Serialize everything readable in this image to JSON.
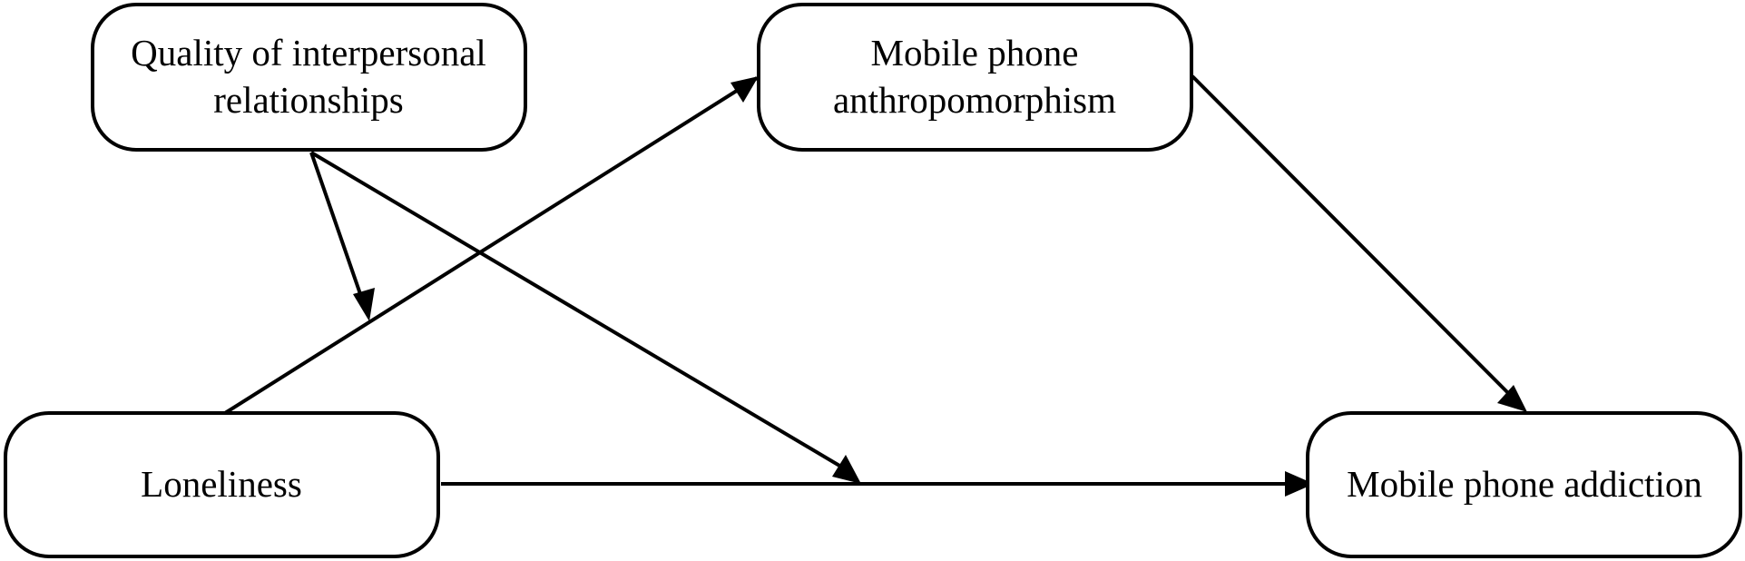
{
  "nodes": {
    "quality": {
      "line1": "Quality of interpersonal",
      "line2": "relationships"
    },
    "anthropomorphism": {
      "line1": "Mobile phone",
      "line2": "anthropomorphism"
    },
    "loneliness": {
      "label": "Loneliness"
    },
    "addiction": {
      "label": "Mobile phone addiction"
    }
  },
  "colors": {
    "stroke": "#000000",
    "background": "#ffffff"
  }
}
